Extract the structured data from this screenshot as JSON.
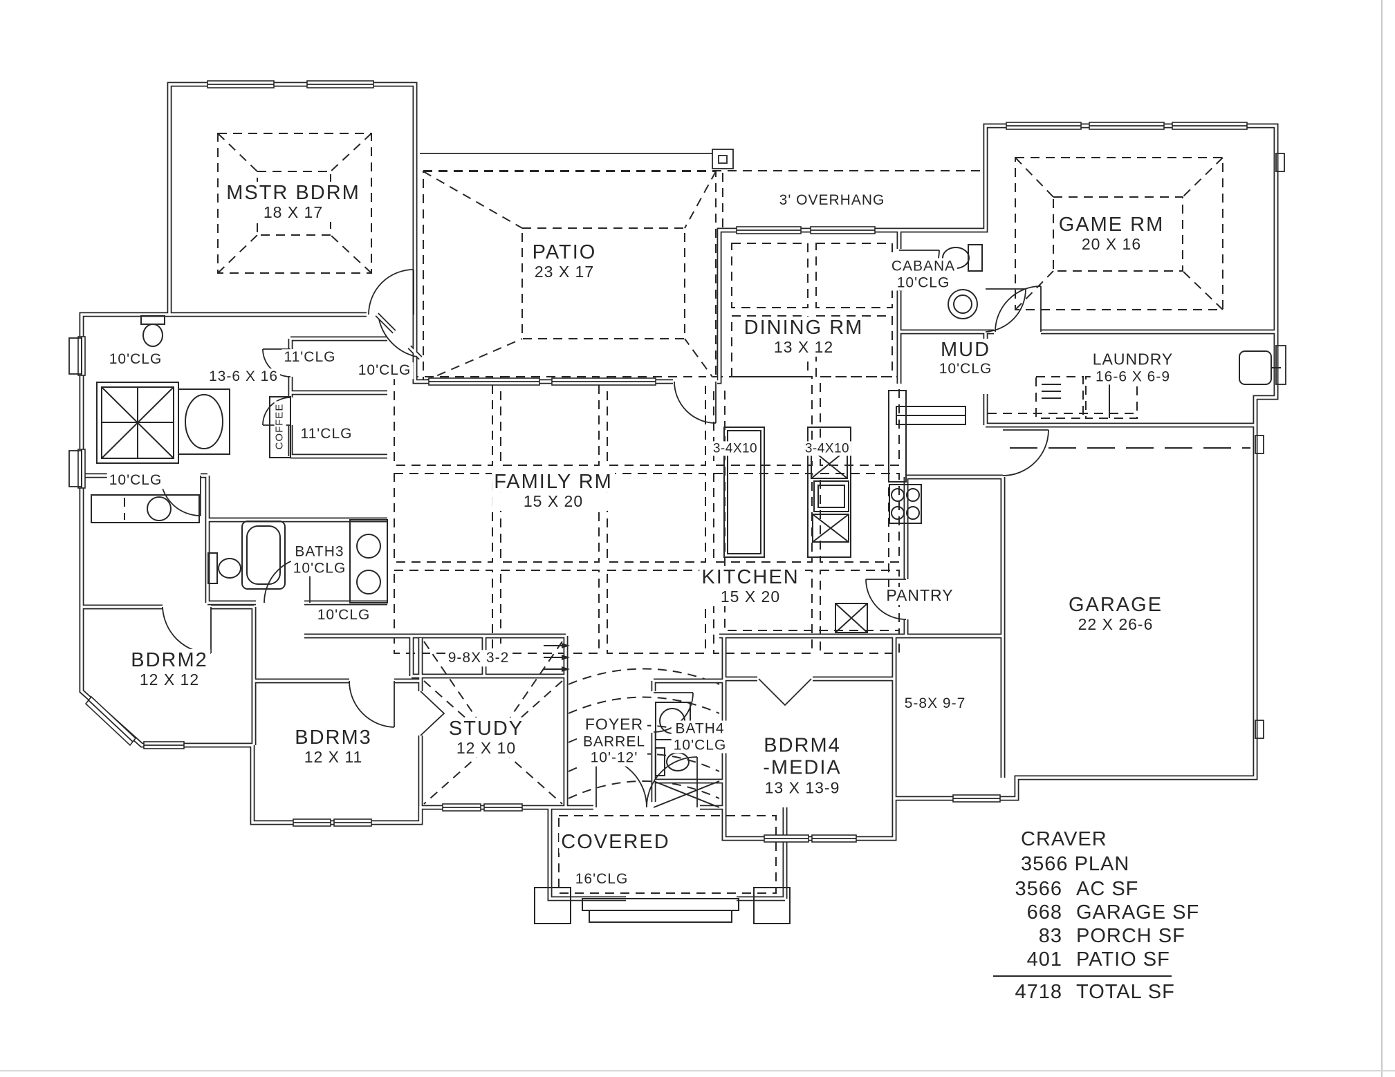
{
  "rooms": {
    "mstr": {
      "name": "MSTR BDRM",
      "dims": "18 X 17"
    },
    "patio": {
      "name": "PATIO",
      "dims": "23 X 17"
    },
    "game": {
      "name": "GAME RM",
      "dims": "20 X 16"
    },
    "dining": {
      "name": "DINING RM",
      "dims": "13 X 12"
    },
    "cabana": {
      "name": "CABANA",
      "clg": "10'CLG"
    },
    "mud": {
      "name": "MUD",
      "clg": "10'CLG"
    },
    "laundry": {
      "name": "LAUNDRY",
      "dims": "16-6 X 6-9"
    },
    "family": {
      "name": "FAMILY RM",
      "dims": "15 X 20"
    },
    "kitchen": {
      "name": "KITCHEN",
      "dims": "15 X 20"
    },
    "pantry": {
      "name": "PANTRY"
    },
    "garage": {
      "name": "GARAGE",
      "dims": "22 X 26-6"
    },
    "bdrm2": {
      "name": "BDRM2",
      "dims": "12 X 12"
    },
    "bdrm3": {
      "name": "BDRM3",
      "dims": "12 X 11"
    },
    "bdrm4": {
      "name": "BDRM4",
      "name2": "-MEDIA",
      "dims": "13 X 13-9"
    },
    "study": {
      "name": "STUDY",
      "dims": "12 X 10"
    },
    "foyer": {
      "name": "FOYER",
      "type": "BARREL",
      "clg": "10'-12'"
    },
    "bath3": {
      "name": "BATH3",
      "clg": "10'CLG"
    },
    "bath4": {
      "name": "BATH4",
      "clg": "10'CLG"
    },
    "covered": {
      "name": "COVERED",
      "clg": "16'CLG"
    },
    "mbath": {
      "dims": "13-6 X 16"
    }
  },
  "annotations": {
    "overhang": "3' OVERHANG",
    "beam_left": "3-4X10",
    "beam_right": "3-4X10",
    "closet_hall": "9-8X 3-2",
    "side_patio": "5-8X 9-7",
    "coffee": "COFFEE",
    "clg_mbath": "10'CLG",
    "clg_closet1": "11'CLG",
    "clg_hall_patio": "10'CLG",
    "clg_closet2": "11'CLG",
    "clg_powder": "10'CLG",
    "clg_hall_bed": "10'CLG"
  },
  "title_block": {
    "name": "CRAVER",
    "plan": "3566 PLAN",
    "areas": [
      {
        "value": "3566",
        "label": "AC SF"
      },
      {
        "value": "668",
        "label": "GARAGE SF"
      },
      {
        "value": "83",
        "label": "PORCH SF"
      },
      {
        "value": "401",
        "label": "PATIO SF"
      }
    ],
    "total": {
      "value": "4718",
      "label": "TOTAL SF"
    }
  },
  "colors": {
    "ink": "#272727",
    "paper": "#ffffff"
  }
}
